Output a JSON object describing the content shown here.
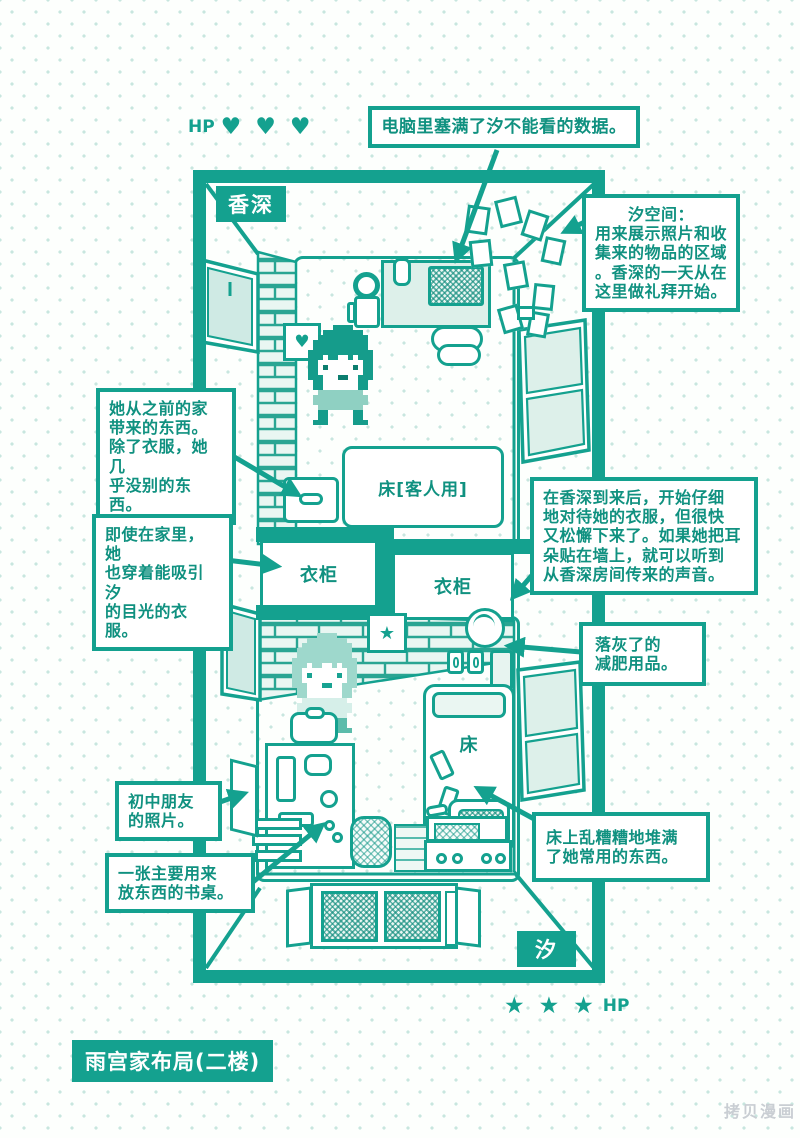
{
  "hud": {
    "hp_top": "HP",
    "hearts": "♥ ♥ ♥",
    "stars": "★ ★ ★",
    "hp_bottom": "HP"
  },
  "labels": {
    "room_top": "香深",
    "room_bottom": "汐",
    "guest_bed": "床[客人用]",
    "wardrobe_left": "衣柜",
    "wardrobe_right": "衣柜",
    "bed": "床",
    "title": "雨宫家布局(二楼)",
    "heart_bubble": "♥",
    "star_bubble": "★"
  },
  "annotations": {
    "computer": "电脑里塞满了汐不能看的数据。",
    "ushio_space": "汐空间：\n用来展示照片和收\n集来的物品的区域\n。香深的一天从在\n这里做礼拜开始。",
    "belongings": "她从之前的家\n带来的东西。\n除了衣服，她几\n乎没别的东西。",
    "clothes": "即使在家里，她\n也穿着能吸引汐\n的目光的衣服。",
    "wall_listen": "在香深到来后，开始仔细\n地对待她的衣服，但很快\n又松懈下来了。如果她把耳\n朵贴在墙上，就可以听到\n从香深房间传来的声音。",
    "diet": "落灰了的\n减肥用品。",
    "photo": "初中朋友\n的照片。",
    "desk": "一张主要用来\n放东西的书桌。",
    "messy_bed": "床上乱糟糟地堆满\n了她常用的东西。"
  },
  "watermark": "拷贝漫画",
  "colors": {
    "teal": "#14a18f",
    "teal_dark": "#0d8276",
    "teal_light": "#ddf0ea",
    "dot": "#c8e6df",
    "watermark_gray": "#c9ced3"
  }
}
